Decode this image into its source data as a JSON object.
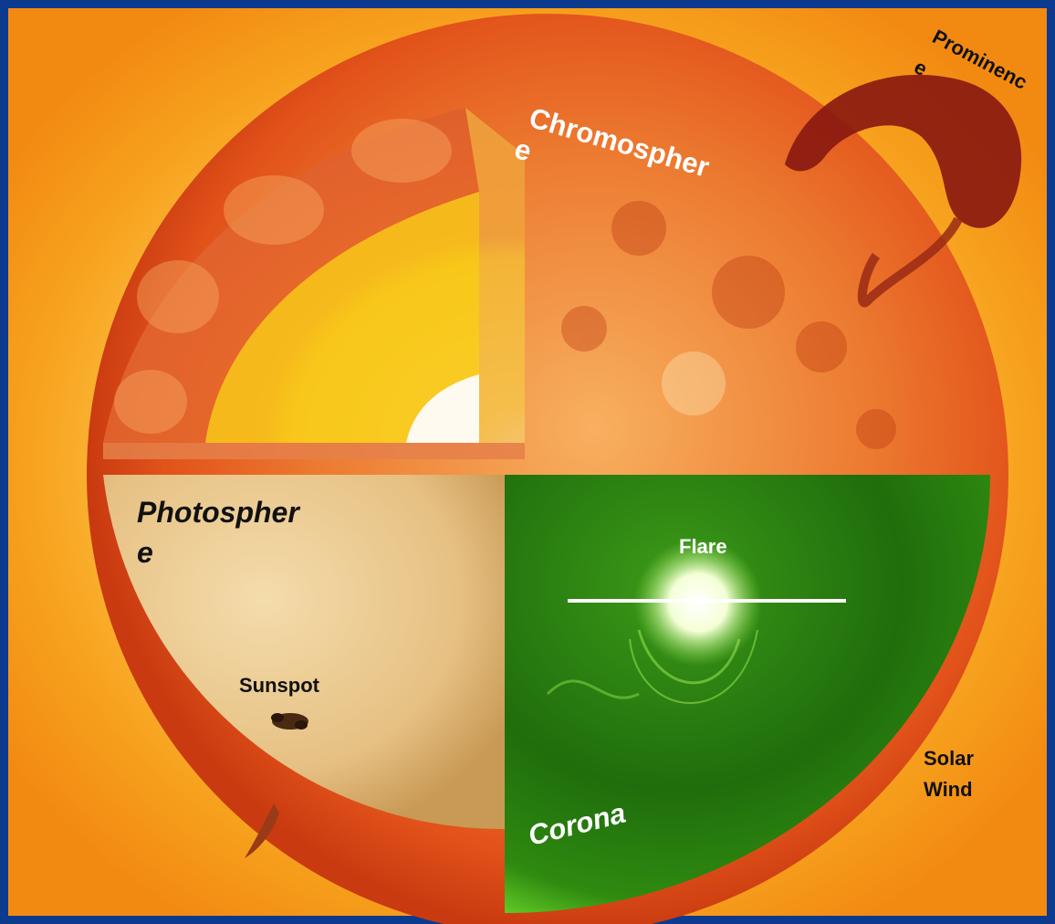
{
  "labels": {
    "prominence_line1": "Prominenc",
    "prominence_line2": "e",
    "chromosphere_line1": "Chromospher",
    "chromosphere_line2": "e",
    "photosphere_line1": "Photospher",
    "photosphere_line2": "e",
    "sunspot": "Sunspot",
    "flare": "Flare",
    "corona": "Corona",
    "solar_wind_line1": "Solar",
    "solar_wind_line2": "Wind"
  },
  "colors": {
    "frame": "#0b3a8f",
    "glow": "#ffd35a",
    "sun_outer": "#e8541a",
    "sun_inner": "#f7a14a",
    "photosphere": "#e9c58c",
    "corona_dark": "#1c6a0c",
    "corona_bright": "#4fbf1c",
    "core_yellow": "#ffd21a",
    "prominence": "#8a1a10",
    "label_white": "#ffffff",
    "label_black": "#111111"
  }
}
